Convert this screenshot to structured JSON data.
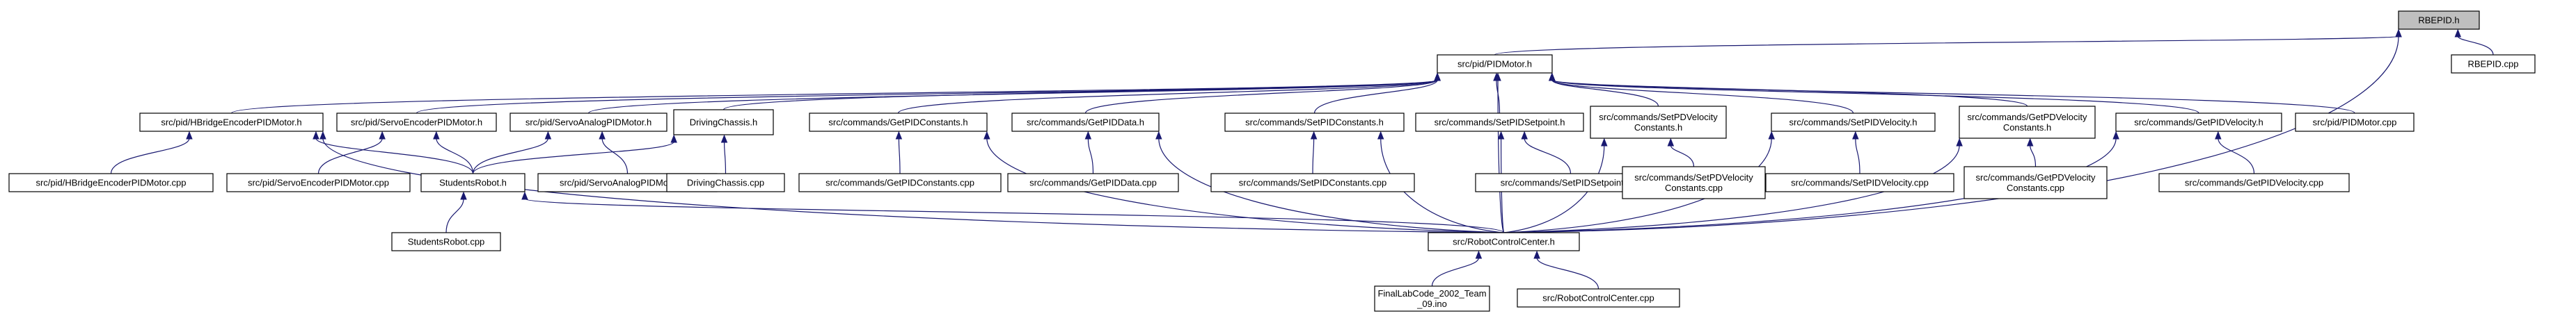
{
  "graph": {
    "edge_color": "#191970",
    "root_fill": "#bfbfbf",
    "nodes": [
      {
        "id": "rbepid_h",
        "lines": [
          "RBEPID.h"
        ],
        "root": true
      },
      {
        "id": "rbepid_cpp",
        "lines": [
          "RBEPID.cpp"
        ]
      },
      {
        "id": "pidmotor_h",
        "lines": [
          "src/pid/PIDMotor.h"
        ]
      },
      {
        "id": "hbridge_h",
        "lines": [
          "src/pid/HBridgeEncoderPIDMotor.h"
        ]
      },
      {
        "id": "servoenc_h",
        "lines": [
          "src/pid/ServoEncoderPIDMotor.h"
        ]
      },
      {
        "id": "servoanalog_h",
        "lines": [
          "src/pid/ServoAnalogPIDMotor.h"
        ]
      },
      {
        "id": "drivingchassis_h",
        "lines": [
          "DrivingChassis.h"
        ]
      },
      {
        "id": "getpidconstants_h",
        "lines": [
          "src/commands/GetPIDConstants.h"
        ]
      },
      {
        "id": "getpiddata_h",
        "lines": [
          "src/commands/GetPIDData.h"
        ]
      },
      {
        "id": "setpidconstants_h",
        "lines": [
          "src/commands/SetPIDConstants.h"
        ]
      },
      {
        "id": "setpidsetpoint_h",
        "lines": [
          "src/commands/SetPIDSetpoint.h"
        ]
      },
      {
        "id": "setpdvelconst_h",
        "lines": [
          "src/commands/SetPDVelocity",
          "Constants.h"
        ]
      },
      {
        "id": "setpidvelocity_h",
        "lines": [
          "src/commands/SetPIDVelocity.h"
        ]
      },
      {
        "id": "getpdvelconst_h",
        "lines": [
          "src/commands/GetPDVelocity",
          "Constants.h"
        ]
      },
      {
        "id": "getpidvelocity_h",
        "lines": [
          "src/commands/GetPIDVelocity.h"
        ]
      },
      {
        "id": "pidmotor_cpp",
        "lines": [
          "src/pid/PIDMotor.cpp"
        ]
      },
      {
        "id": "hbridge_cpp",
        "lines": [
          "src/pid/HBridgeEncoderPIDMotor.cpp"
        ]
      },
      {
        "id": "servoenc_cpp",
        "lines": [
          "src/pid/ServoEncoderPIDMotor.cpp"
        ]
      },
      {
        "id": "studentsrobot_h",
        "lines": [
          "StudentsRobot.h"
        ]
      },
      {
        "id": "servoanalog_cpp",
        "lines": [
          "src/pid/ServoAnalogPIDMotor.cpp"
        ]
      },
      {
        "id": "drivingchassis_cpp",
        "lines": [
          "DrivingChassis.cpp"
        ]
      },
      {
        "id": "getpidconstants_cpp",
        "lines": [
          "src/commands/GetPIDConstants.cpp"
        ]
      },
      {
        "id": "getpiddata_cpp",
        "lines": [
          "src/commands/GetPIDData.cpp"
        ]
      },
      {
        "id": "setpidconstants_cpp",
        "lines": [
          "src/commands/SetPIDConstants.cpp"
        ]
      },
      {
        "id": "setpidsetpoint_cpp",
        "lines": [
          "src/commands/SetPIDSetpoint.cpp"
        ]
      },
      {
        "id": "setpdvelconst_cpp",
        "lines": [
          "src/commands/SetPDVelocity",
          "Constants.cpp"
        ]
      },
      {
        "id": "setpidvelocity_cpp",
        "lines": [
          "src/commands/SetPIDVelocity.cpp"
        ]
      },
      {
        "id": "getpdvelconst_cpp",
        "lines": [
          "src/commands/GetPDVelocity",
          "Constants.cpp"
        ]
      },
      {
        "id": "getpidvelocity_cpp",
        "lines": [
          "src/commands/GetPIDVelocity.cpp"
        ]
      },
      {
        "id": "studentsrobot_cpp",
        "lines": [
          "StudentsRobot.cpp"
        ]
      },
      {
        "id": "robotcontrolcenter_h",
        "lines": [
          "src/RobotControlCenter.h"
        ]
      },
      {
        "id": "finallabcode_ino",
        "lines": [
          "FinalLabCode_2002_Team",
          "_09.ino"
        ]
      },
      {
        "id": "robotcontrolcenter_cpp",
        "lines": [
          "src/RobotControlCenter.cpp"
        ]
      }
    ],
    "edges": [
      [
        "rbepid_cpp",
        "rbepid_h"
      ],
      [
        "pidmotor_h",
        "rbepid_h"
      ],
      [
        "robotcontrolcenter_h",
        "rbepid_h"
      ],
      [
        "hbridge_h",
        "pidmotor_h"
      ],
      [
        "servoenc_h",
        "pidmotor_h"
      ],
      [
        "servoanalog_h",
        "pidmotor_h"
      ],
      [
        "drivingchassis_h",
        "pidmotor_h"
      ],
      [
        "getpidconstants_h",
        "pidmotor_h"
      ],
      [
        "getpiddata_h",
        "pidmotor_h"
      ],
      [
        "setpidconstants_h",
        "pidmotor_h"
      ],
      [
        "setpidsetpoint_h",
        "pidmotor_h"
      ],
      [
        "setpdvelconst_h",
        "pidmotor_h"
      ],
      [
        "setpidvelocity_h",
        "pidmotor_h"
      ],
      [
        "getpdvelconst_h",
        "pidmotor_h"
      ],
      [
        "getpidvelocity_h",
        "pidmotor_h"
      ],
      [
        "pidmotor_cpp",
        "pidmotor_h"
      ],
      [
        "robotcontrolcenter_h",
        "pidmotor_h"
      ],
      [
        "hbridge_cpp",
        "hbridge_h"
      ],
      [
        "studentsrobot_h",
        "hbridge_h"
      ],
      [
        "robotcontrolcenter_h",
        "hbridge_h"
      ],
      [
        "servoenc_cpp",
        "servoenc_h"
      ],
      [
        "studentsrobot_h",
        "servoenc_h"
      ],
      [
        "servoanalog_cpp",
        "servoanalog_h"
      ],
      [
        "studentsrobot_h",
        "servoanalog_h"
      ],
      [
        "studentsrobot_h",
        "drivingchassis_h"
      ],
      [
        "drivingchassis_cpp",
        "drivingchassis_h"
      ],
      [
        "getpidconstants_cpp",
        "getpidconstants_h"
      ],
      [
        "robotcontrolcenter_h",
        "getpidconstants_h"
      ],
      [
        "getpiddata_cpp",
        "getpiddata_h"
      ],
      [
        "robotcontrolcenter_h",
        "getpiddata_h"
      ],
      [
        "setpidconstants_cpp",
        "setpidconstants_h"
      ],
      [
        "robotcontrolcenter_h",
        "setpidconstants_h"
      ],
      [
        "setpidsetpoint_cpp",
        "setpidsetpoint_h"
      ],
      [
        "robotcontrolcenter_h",
        "setpidsetpoint_h"
      ],
      [
        "setpdvelconst_cpp",
        "setpdvelconst_h"
      ],
      [
        "robotcontrolcenter_h",
        "setpdvelconst_h"
      ],
      [
        "setpidvelocity_cpp",
        "setpidvelocity_h"
      ],
      [
        "robotcontrolcenter_h",
        "setpidvelocity_h"
      ],
      [
        "getpdvelconst_cpp",
        "getpdvelconst_h"
      ],
      [
        "robotcontrolcenter_h",
        "getpdvelconst_h"
      ],
      [
        "getpidvelocity_cpp",
        "getpidvelocity_h"
      ],
      [
        "robotcontrolcenter_h",
        "getpidvelocity_h"
      ],
      [
        "studentsrobot_cpp",
        "studentsrobot_h"
      ],
      [
        "robotcontrolcenter_h",
        "studentsrobot_h"
      ],
      [
        "finallabcode_ino",
        "robotcontrolcenter_h"
      ],
      [
        "robotcontrolcenter_cpp",
        "robotcontrolcenter_h"
      ]
    ]
  }
}
